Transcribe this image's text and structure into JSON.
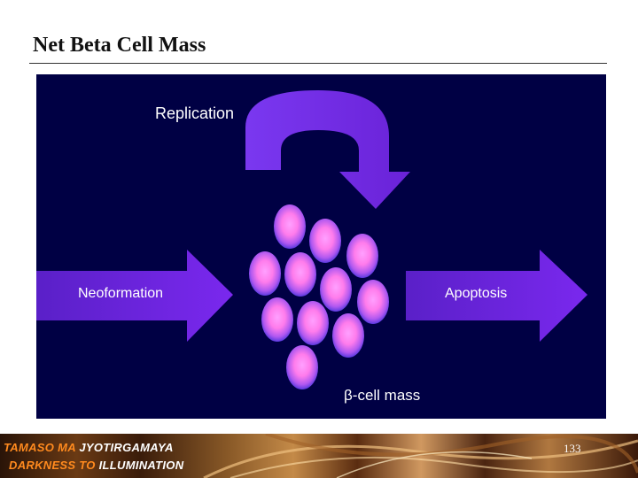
{
  "slide": {
    "title": "Net Beta Cell Mass",
    "page_number": "133"
  },
  "diagram": {
    "replication_label": "Replication",
    "neoformation_label": "Neoformation",
    "apoptosis_label": "Apoptosis",
    "mass_label": "β-cell mass"
  },
  "footer": {
    "line1_part1": "TAMASO MA ",
    "line1_part2": "JYOTIRGAMAYA",
    "line2_part1": "DARKNESS TO ",
    "line2_part2": "ILLUMINATION"
  },
  "colors": {
    "panel_background": "#000044",
    "arrow": "#6a22dd",
    "cell_core": "#ff88ee",
    "cell_edge": "#5a3ae0",
    "footer_orange": "#ff8a1e"
  }
}
